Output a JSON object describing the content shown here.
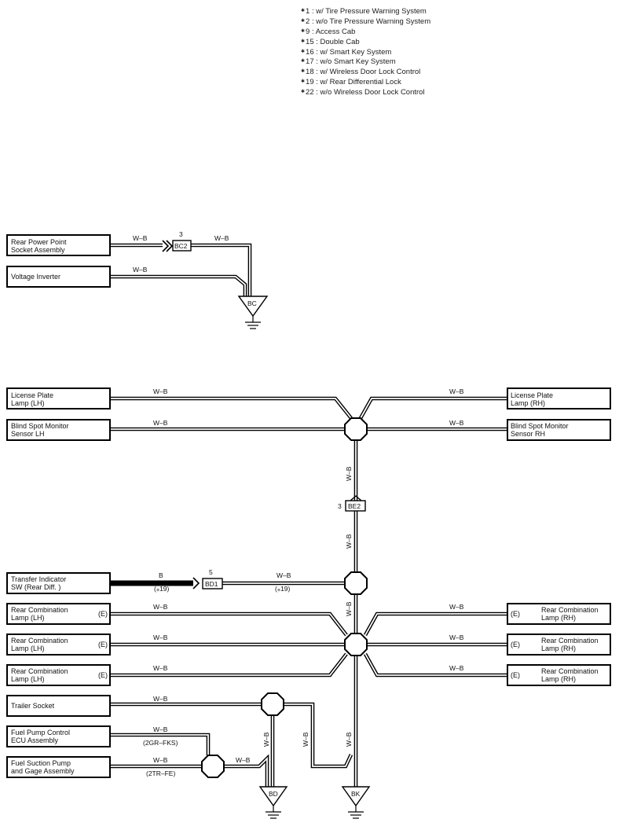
{
  "notes": [
    {
      "mark": "1",
      "text": ": w/ Tire Pressure Warning System"
    },
    {
      "mark": "2",
      "text": ": w/o Tire Pressure Warning System"
    },
    {
      "mark": "9",
      "text": ": Access Cab"
    },
    {
      "mark": "15",
      "text": ": Double Cab"
    },
    {
      "mark": "16",
      "text": ": w/ Smart Key System"
    },
    {
      "mark": "17",
      "text": ": w/o Smart Key System"
    },
    {
      "mark": "18",
      "text": ": w/ Wireless Door Lock Control"
    },
    {
      "mark": "19",
      "text": ": w/ Rear Differential Lock"
    },
    {
      "mark": "22",
      "text": ": w/o Wireless Door Lock Control"
    }
  ],
  "colors": {
    "wire": "#000000",
    "background": "#ffffff"
  },
  "components": {
    "rear_power_point": [
      "Rear Power Point",
      "Socket Assembly"
    ],
    "voltage_inverter": [
      "Voltage Inverter"
    ],
    "license_plate_lh": [
      "License Plate",
      "Lamp (LH)"
    ],
    "license_plate_rh": [
      "License Plate",
      "Lamp (RH)"
    ],
    "blind_spot_lh": [
      "Blind Spot Monitor",
      "Sensor LH"
    ],
    "blind_spot_rh": [
      "Blind Spot Monitor",
      "Sensor RH"
    ],
    "transfer_indicator": [
      "Transfer Indicator",
      "SW (Rear Diff. )"
    ],
    "rear_comb_lh_1": [
      "Rear Combination",
      "Lamp (LH)"
    ],
    "rear_comb_lh_2": [
      "Rear Combination",
      "Lamp (LH)"
    ],
    "rear_comb_lh_3": [
      "Rear Combination",
      "Lamp (LH)"
    ],
    "rear_comb_rh_1": [
      "Rear Combination",
      "Lamp (RH)"
    ],
    "rear_comb_rh_2": [
      "Rear Combination",
      "Lamp (RH)"
    ],
    "rear_comb_rh_3": [
      "Rear Combination",
      "Lamp (RH)"
    ],
    "trailer_socket": [
      "Trailer Socket"
    ],
    "fuel_pump_ecu": [
      "Fuel Pump Control",
      "ECU Assembly"
    ],
    "fuel_suction_pump": [
      "Fuel Suction Pump",
      "and Gage Assembly"
    ]
  },
  "connector_tag": "(E)",
  "wire_colors": {
    "wb": "W–B",
    "b": "B"
  },
  "connectors": {
    "bc2": {
      "name": "BC2",
      "pin": "3"
    },
    "be2": {
      "name": "BE2",
      "pin": "3"
    },
    "bd1": {
      "name": "BD1",
      "pin": "5"
    }
  },
  "grounds": {
    "bc": "BC",
    "bd": "BD",
    "bk": "BK"
  },
  "conditions": {
    "c19": "(⁎19)",
    "gr": "(2GR–FKS)",
    "tr": "(2TR–FE)"
  }
}
